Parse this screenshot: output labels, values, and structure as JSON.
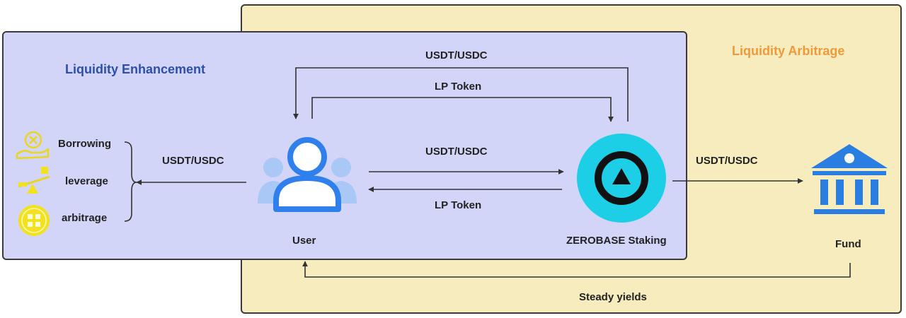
{
  "regions": {
    "enhancement_title": "Liquidity Enhancement",
    "arbitrage_title": "Liquidity Arbitrage"
  },
  "nodes": {
    "user": "User",
    "staking": "ZEROBASE Staking",
    "fund": "Fund"
  },
  "uses": [
    "Borrowing",
    "leverage",
    "arbitrage"
  ],
  "edges": {
    "top_return": "USDT/USDC",
    "top_lp": "LP Token",
    "user_to_staking": "USDT/USDC",
    "staking_to_user": "LP Token",
    "staking_to_fund": "USDT/USDC",
    "user_to_uses": "USDT/USDC",
    "fund_to_user": "Steady yields"
  },
  "colors": {
    "enhancement_bg": "#d2d5f7",
    "arbitrage_bg": "#f6ecbe",
    "enhancement_title": "#2d4fa8",
    "arbitrage_title": "#ee9a3c",
    "user_icon": "#2f80ed",
    "staking_circle": "#1ccfe6",
    "fund_icon": "#2a7de1",
    "uses_icon": "#f2e21e"
  },
  "icons": {
    "user": "user-icon",
    "staking": "zerobase-logo-icon",
    "fund": "bank-icon",
    "borrowing": "coin-on-hand-icon",
    "leverage": "seesaw-icon",
    "arbitrage": "grid-coin-icon"
  }
}
